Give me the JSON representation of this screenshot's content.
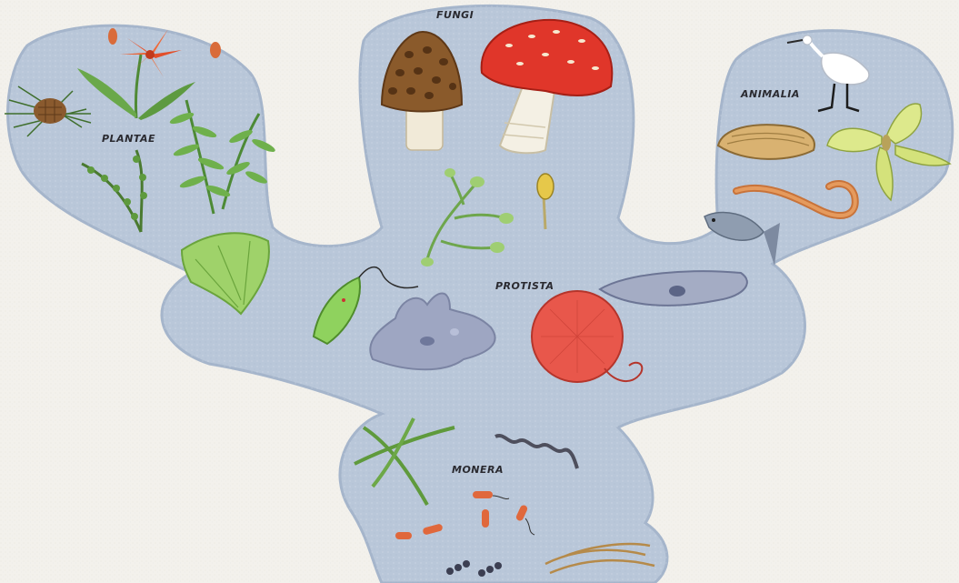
{
  "diagram": {
    "kingdoms": {
      "fungi": "FUNGI",
      "plantae": "PLANTAE",
      "animalia": "ANIMALIA",
      "protista": "PROTISTA",
      "monera": "MONERA"
    }
  },
  "colors": {
    "background": "#f3f1ec",
    "tree_fill": "#b9c7d9",
    "tree_edge": "#a5b5cb",
    "label_text": "#2a2a30"
  }
}
